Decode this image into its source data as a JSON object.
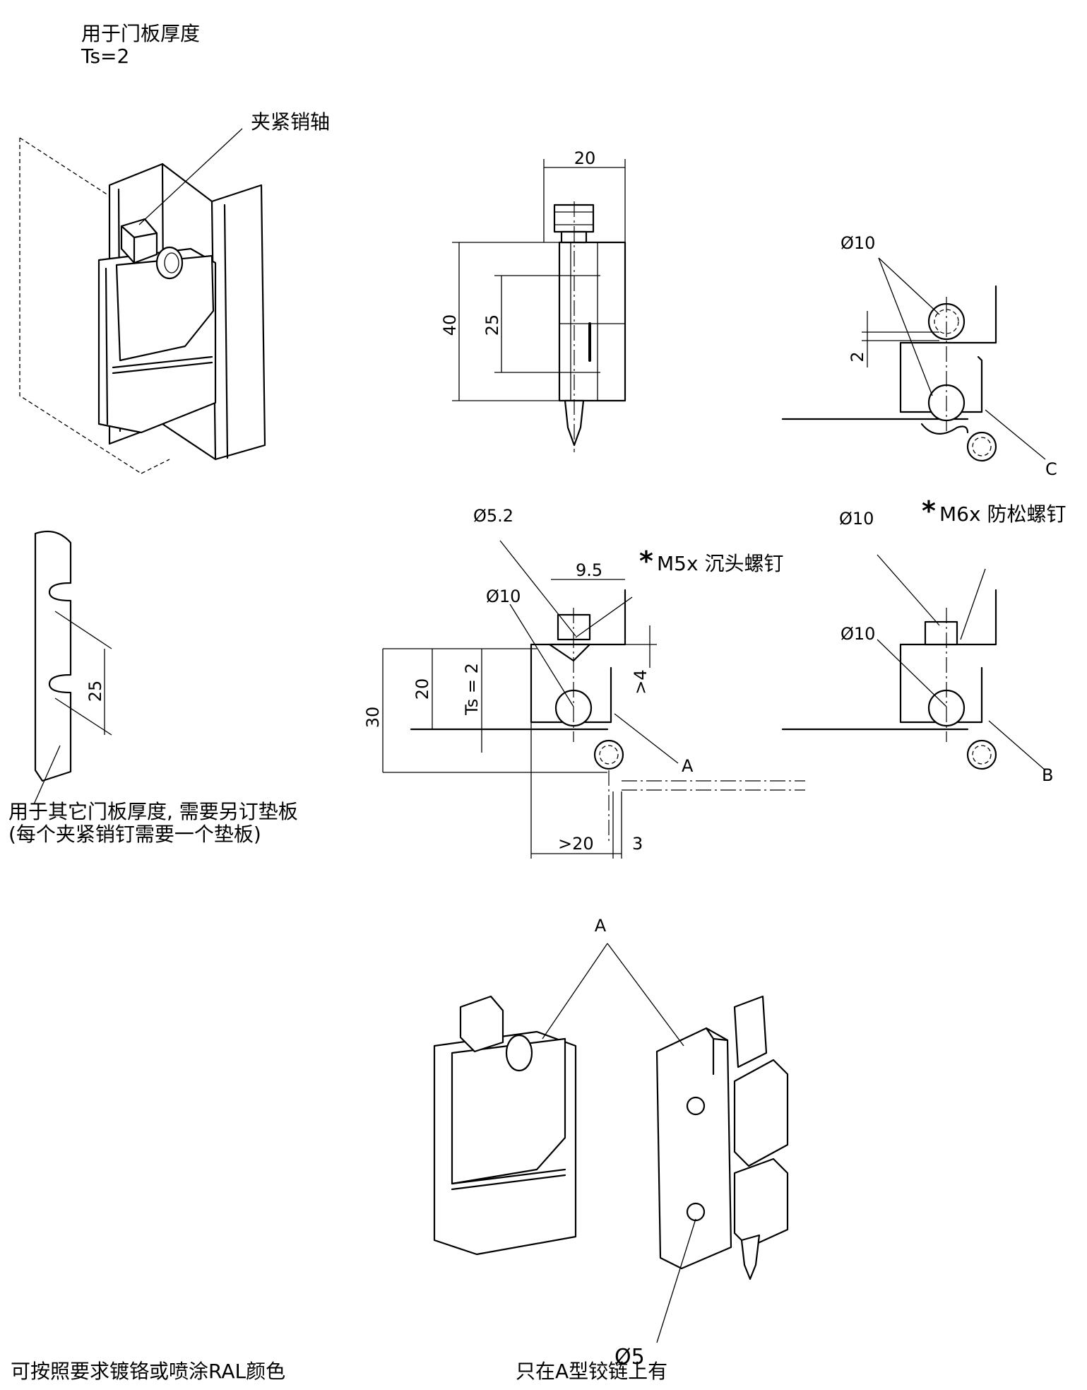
{
  "header": {
    "line1": "用于门板厚度",
    "line2": "Ts=2"
  },
  "callouts": {
    "clamp_pin": "夹紧销轴",
    "m5_screw": "M5x 沉头螺钉",
    "m6_screw": "M6x 防松螺钉",
    "shim_note_1": "用于其它门板厚度, 需要另订垫板",
    "shim_note_2": "(每个夹紧销钉需要一个垫板)",
    "plating_note": "可按照要求镀铬或喷涂RAL颜色",
    "type_a_note": "只在A型铰链上有",
    "asterisk": "*"
  },
  "dimensions": {
    "width_20": "20",
    "height_40": "40",
    "spacing_25": "25",
    "dia_10_top": "Ø10",
    "gap_2": "2",
    "label_c": "C",
    "dia_5_2": "Ø5.2",
    "dim_9_5": "9.5",
    "dia_10_a": "Ø10",
    "dim_30": "30",
    "dim_20": "20",
    "ts_2": "Ts = 2",
    "dim_gt4": ">4",
    "label_a_section": "A",
    "dim_gt20": ">20",
    "dim_3": "3",
    "dia_10_b_top": "Ø10",
    "dia_10_b": "Ø10",
    "label_b": "B",
    "shim_25": "25",
    "label_a_iso": "A",
    "dia_5": "Ø5"
  }
}
